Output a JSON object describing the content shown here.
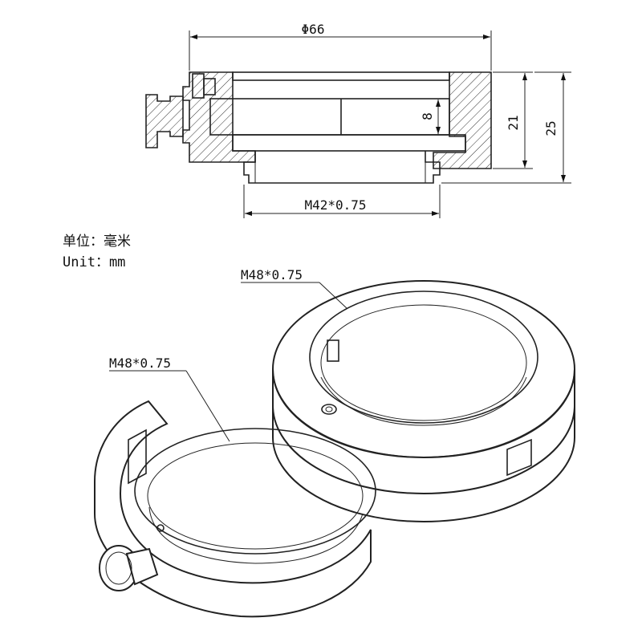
{
  "drawing": {
    "dimensions": {
      "outer_diameter": "Φ66",
      "inner_thread": "M42*0.75",
      "height_total": "25",
      "height_body": "21",
      "slot_width": "8"
    },
    "units": {
      "cn": "单位：毫米",
      "en": "Unit：mm"
    },
    "callouts": {
      "thread_left": "M48*0.75",
      "thread_right": "M48*0.75"
    }
  }
}
